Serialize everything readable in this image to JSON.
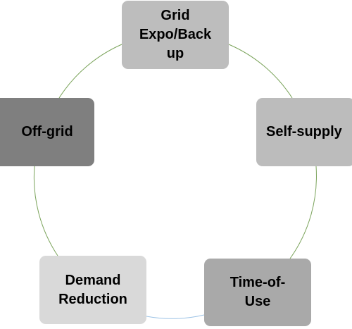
{
  "diagram": {
    "type": "cycle",
    "nodes": [
      {
        "id": "grid",
        "label": "Grid\nExpo/Back\nup",
        "color": "#bdbdbd"
      },
      {
        "id": "self",
        "label": "Self-supply",
        "color": "#bcbcbc"
      },
      {
        "id": "time",
        "label": "Time-of-\nUse",
        "color": "#a9a9a9"
      },
      {
        "id": "demand",
        "label": "Demand\nReduction",
        "color": "#d9d9d9"
      },
      {
        "id": "offgrid",
        "label": "Off-grid",
        "color": "#7f7f7f"
      }
    ],
    "connector_colors": {
      "main": "#7aa35a",
      "bottom": "#9dc3e6"
    }
  }
}
